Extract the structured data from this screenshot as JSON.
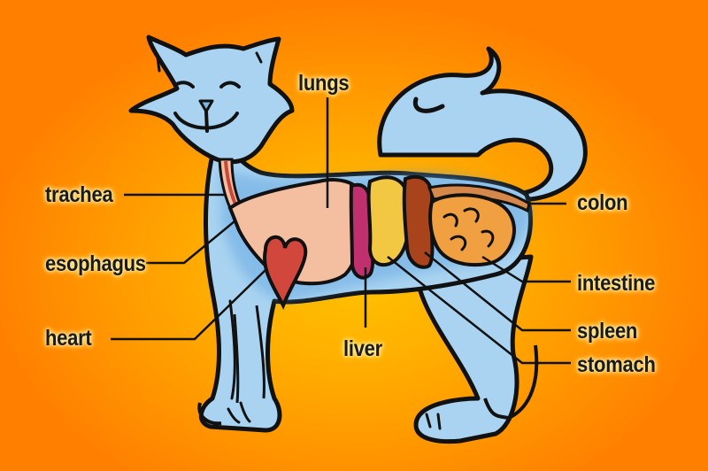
{
  "diagram": {
    "subject": "cat",
    "background": {
      "center_color": "#ffc400",
      "edge_color": "#ff7f00"
    },
    "body_color": "#a9d3f0",
    "outline_color": "#111111",
    "labels": [
      {
        "id": "lungs",
        "text": "lungs",
        "organ_color": "#f4bfa0"
      },
      {
        "id": "trachea",
        "text": "trachea",
        "organ_color": "#c8463a"
      },
      {
        "id": "esophagus",
        "text": "esophagus",
        "organ_color": "#f4bfa0"
      },
      {
        "id": "heart",
        "text": "heart",
        "organ_color": "#d2473c"
      },
      {
        "id": "liver",
        "text": "liver",
        "organ_color": "#c0306e"
      },
      {
        "id": "colon",
        "text": "colon",
        "organ_color": "#d6874a"
      },
      {
        "id": "intestine",
        "text": "intestine",
        "organ_color": "#f0a040"
      },
      {
        "id": "spleen",
        "text": "spleen",
        "organ_color": "#a8431c"
      },
      {
        "id": "stomach",
        "text": "stomach",
        "organ_color": "#f2c842"
      }
    ]
  }
}
